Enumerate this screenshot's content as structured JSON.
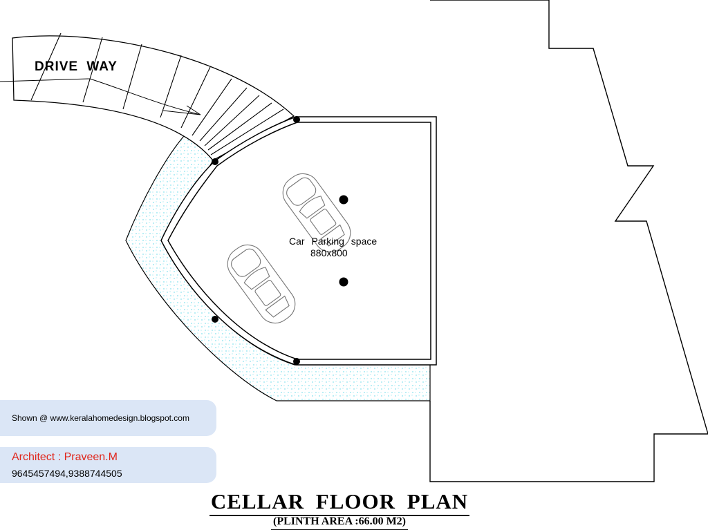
{
  "drawing": {
    "driveway_label": "DRIVE  WAY",
    "parking_label": "Car  Parking  space",
    "parking_dims": "880x800"
  },
  "credits": {
    "shown_at": "Shown @  www.keralahomedesign.blogspot.com",
    "architect": "Architect : Praveen.M",
    "phones": "9645457494,9388744505"
  },
  "title": {
    "main": "CELLAR  FLOOR PLAN",
    "sub": "(PLINTH AREA :66.00 M2)"
  },
  "colors": {
    "line": "#000000",
    "landscape_dots": "#4fd4e6",
    "card_bg": "#dbe6f6",
    "architect_text": "#e0251b"
  }
}
